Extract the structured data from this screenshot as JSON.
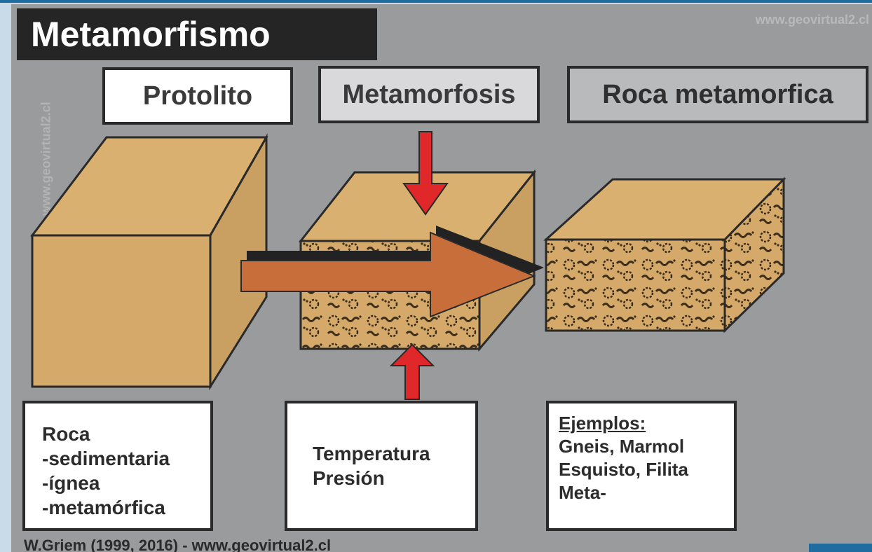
{
  "title": "Metamorfismo",
  "watermark_top": "www.geovirtual2.cl",
  "watermark_side": "www.geovirtual2.cl",
  "headers": {
    "protolito": "Protolito",
    "metamorfosis": "Metamorfosis",
    "roca_metamorfica": "Roca metamorfica"
  },
  "boxes": {
    "protolito": {
      "lines": [
        "Roca",
        "-sedimentaria",
        "-ígnea",
        "-metamórfica"
      ]
    },
    "metamorfosis": {
      "lines": [
        "Temperatura",
        "Presión"
      ]
    },
    "roca_metamorfica": {
      "heading": "Ejemplos:",
      "lines": [
        "Gneis, Marmol",
        "Esquisto, Filita",
        "Meta-"
      ]
    }
  },
  "credit": "W.Griem (1999, 2016) - www.geovirtual2.cl",
  "colors": {
    "background": "#9a9b9d",
    "block": "#d4a96a",
    "arrow_main": "#c86e3a",
    "arrow_pressure": "#e0282a",
    "title_bg": "#252525"
  }
}
